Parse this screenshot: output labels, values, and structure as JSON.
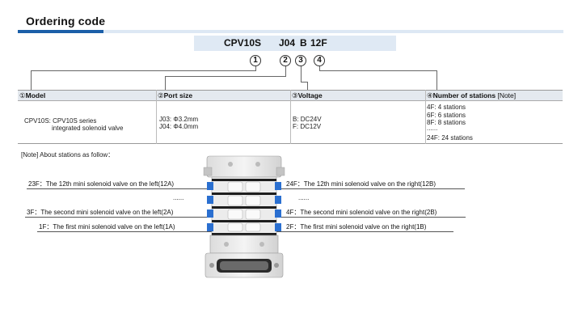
{
  "header": {
    "title": "Ordering code"
  },
  "code": {
    "series": "CPV10S",
    "port": "J04",
    "voltage": "B",
    "stations": "12F",
    "markers": [
      "1",
      "2",
      "3",
      "4"
    ]
  },
  "table": {
    "headers": [
      {
        "num": "①",
        "label": "Model",
        "extra": ""
      },
      {
        "num": "②",
        "label": "Port size",
        "extra": ""
      },
      {
        "num": "③",
        "label": "Voltage",
        "extra": ""
      },
      {
        "num": "④",
        "label": "Number of stations",
        "extra": "[Note]"
      }
    ],
    "model": [
      "CPV10S: CPV10S series",
      "integrated solenoid valve"
    ],
    "port": [
      "J03: Φ3.2mm",
      "J04: Φ4.0mm"
    ],
    "voltage": [
      "B: DC24V",
      "F: DC12V"
    ],
    "stations": [
      "4F: 4 stations",
      "6F: 6 stations",
      "8F: 8 stations",
      "......",
      "24F: 24 stations"
    ]
  },
  "note": "[Note] About stations as follow：",
  "stations_left": {
    "l23": "23F：The 12th mini solenoid valve on the left(12A)",
    "dots": "......",
    "l3": "3F：The second mini solenoid valve on the left(2A)",
    "l1": "1F：The first mini solenoid valve on the left(1A)"
  },
  "stations_right": {
    "r24": "24F：The 12th mini solenoid valve on the right(12B)",
    "dots": "......",
    "r4": "4F：The second mini solenoid valve on the right(2B)",
    "r2": "2F：The first mini solenoid valve on the right(1B)"
  },
  "colors": {
    "accent": "#1b5fa8",
    "band": "#dfe9f4",
    "header_bg": "#e4e9ef",
    "valve_blue": "#2a6fd0"
  }
}
